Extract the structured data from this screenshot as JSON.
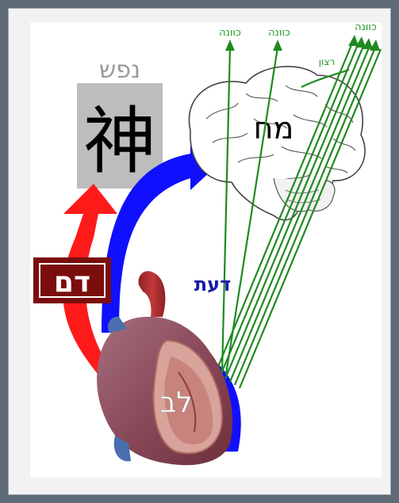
{
  "labels": {
    "nefesh": "נפש",
    "shen_char": "神",
    "moach": "מח",
    "dam": "דם",
    "daat": "דעת",
    "lev": "לב",
    "kavanah_1": "כוונה",
    "kavanah_2": "כוונה",
    "kavanah_3": "כוונה",
    "ratzon": "רצון"
  },
  "colors": {
    "red_arrow": "#ff1a1a",
    "blue_arrow": "#1010ff",
    "nerve_green": "#1f8a1f",
    "label_green": "#1f9a1f",
    "dam_box": "#7b0d0d",
    "daat_text": "#1a1aa8",
    "nefesh_gray": "#9a9a9a",
    "shen_box": "#bdbdbd"
  }
}
